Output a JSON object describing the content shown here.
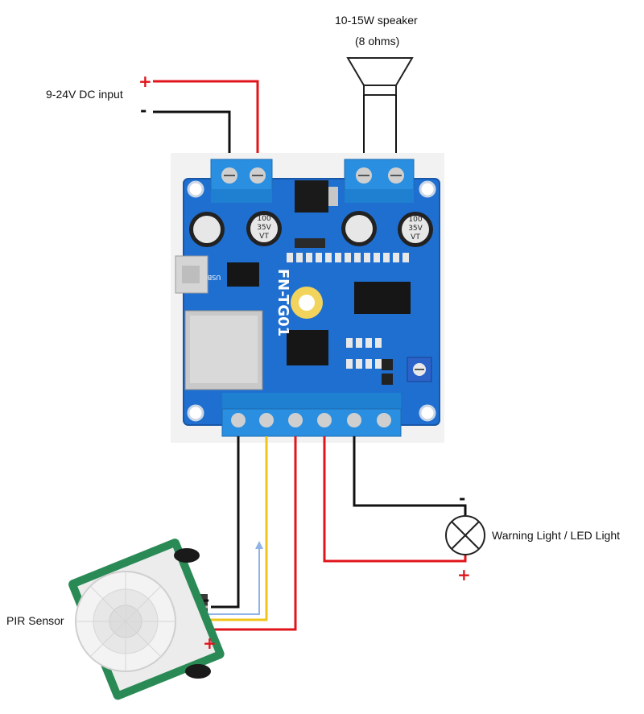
{
  "labels": {
    "speaker_line1": "10-15W speaker",
    "speaker_line2": "(8 ohms)",
    "dc_input": "9-24V DC input",
    "warning_light": "Warning Light / LED Light",
    "pir_sensor": "PIR Sensor"
  },
  "signs": {
    "plus": "+",
    "minus": "-"
  },
  "board": {
    "model": "FN-TG01",
    "usb": "USB",
    "capacitor_text": [
      "100",
      "35V",
      "VT"
    ]
  },
  "colors": {
    "pcb": "#1f6fd1",
    "terminal": "#2a8fe0",
    "wire_positive": "#e0141b",
    "wire_negative": "#111111",
    "wire_signal_yellow": "#f0c419",
    "wire_signal_blue": "#8fb4e8"
  }
}
